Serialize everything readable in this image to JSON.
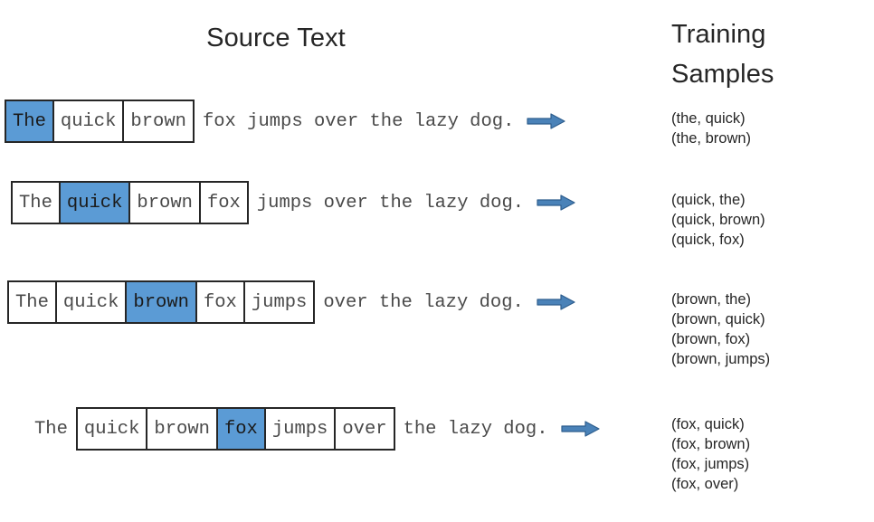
{
  "headings": {
    "source_text": "Source Text",
    "training_samples_line1": "Training",
    "training_samples_line2": "Samples"
  },
  "colors": {
    "highlight": "#5B9BD5",
    "border": "#262626",
    "text": "#4a4a4a",
    "arrow_fill": "#4A82B8",
    "background": "#FFFFFF"
  },
  "icons": {
    "arrow": "right-arrow-icon"
  },
  "rows": [
    {
      "id": "row-1",
      "before_text": "",
      "cells": [
        {
          "text": "The",
          "highlight": true
        },
        {
          "text": "quick",
          "highlight": false
        },
        {
          "text": "brown",
          "highlight": false
        }
      ],
      "after_text": "fox jumps over the lazy dog.",
      "samples": [
        "(the, quick)",
        "(the, brown)"
      ]
    },
    {
      "id": "row-2",
      "before_text": "",
      "cells": [
        {
          "text": "The",
          "highlight": false
        },
        {
          "text": "quick",
          "highlight": true
        },
        {
          "text": "brown",
          "highlight": false
        },
        {
          "text": "fox",
          "highlight": false
        }
      ],
      "after_text": "jumps over the lazy dog.",
      "samples": [
        "(quick, the)",
        "(quick, brown)",
        "(quick, fox)"
      ]
    },
    {
      "id": "row-3",
      "before_text": "",
      "cells": [
        {
          "text": "The",
          "highlight": false
        },
        {
          "text": "quick",
          "highlight": false
        },
        {
          "text": "brown",
          "highlight": true
        },
        {
          "text": "fox",
          "highlight": false
        },
        {
          "text": "jumps",
          "highlight": false
        }
      ],
      "after_text": "over the lazy dog.",
      "samples": [
        "(brown, the)",
        "(brown, quick)",
        "(brown, fox)",
        "(brown, jumps)"
      ]
    },
    {
      "id": "row-4",
      "before_text": "The",
      "cells": [
        {
          "text": "quick",
          "highlight": false
        },
        {
          "text": "brown",
          "highlight": false
        },
        {
          "text": "fox",
          "highlight": true
        },
        {
          "text": "jumps",
          "highlight": false
        },
        {
          "text": "over",
          "highlight": false
        }
      ],
      "after_text": "the lazy dog.",
      "samples": [
        "(fox, quick)",
        "(fox, brown)",
        "(fox, jumps)",
        "(fox, over)"
      ]
    }
  ]
}
